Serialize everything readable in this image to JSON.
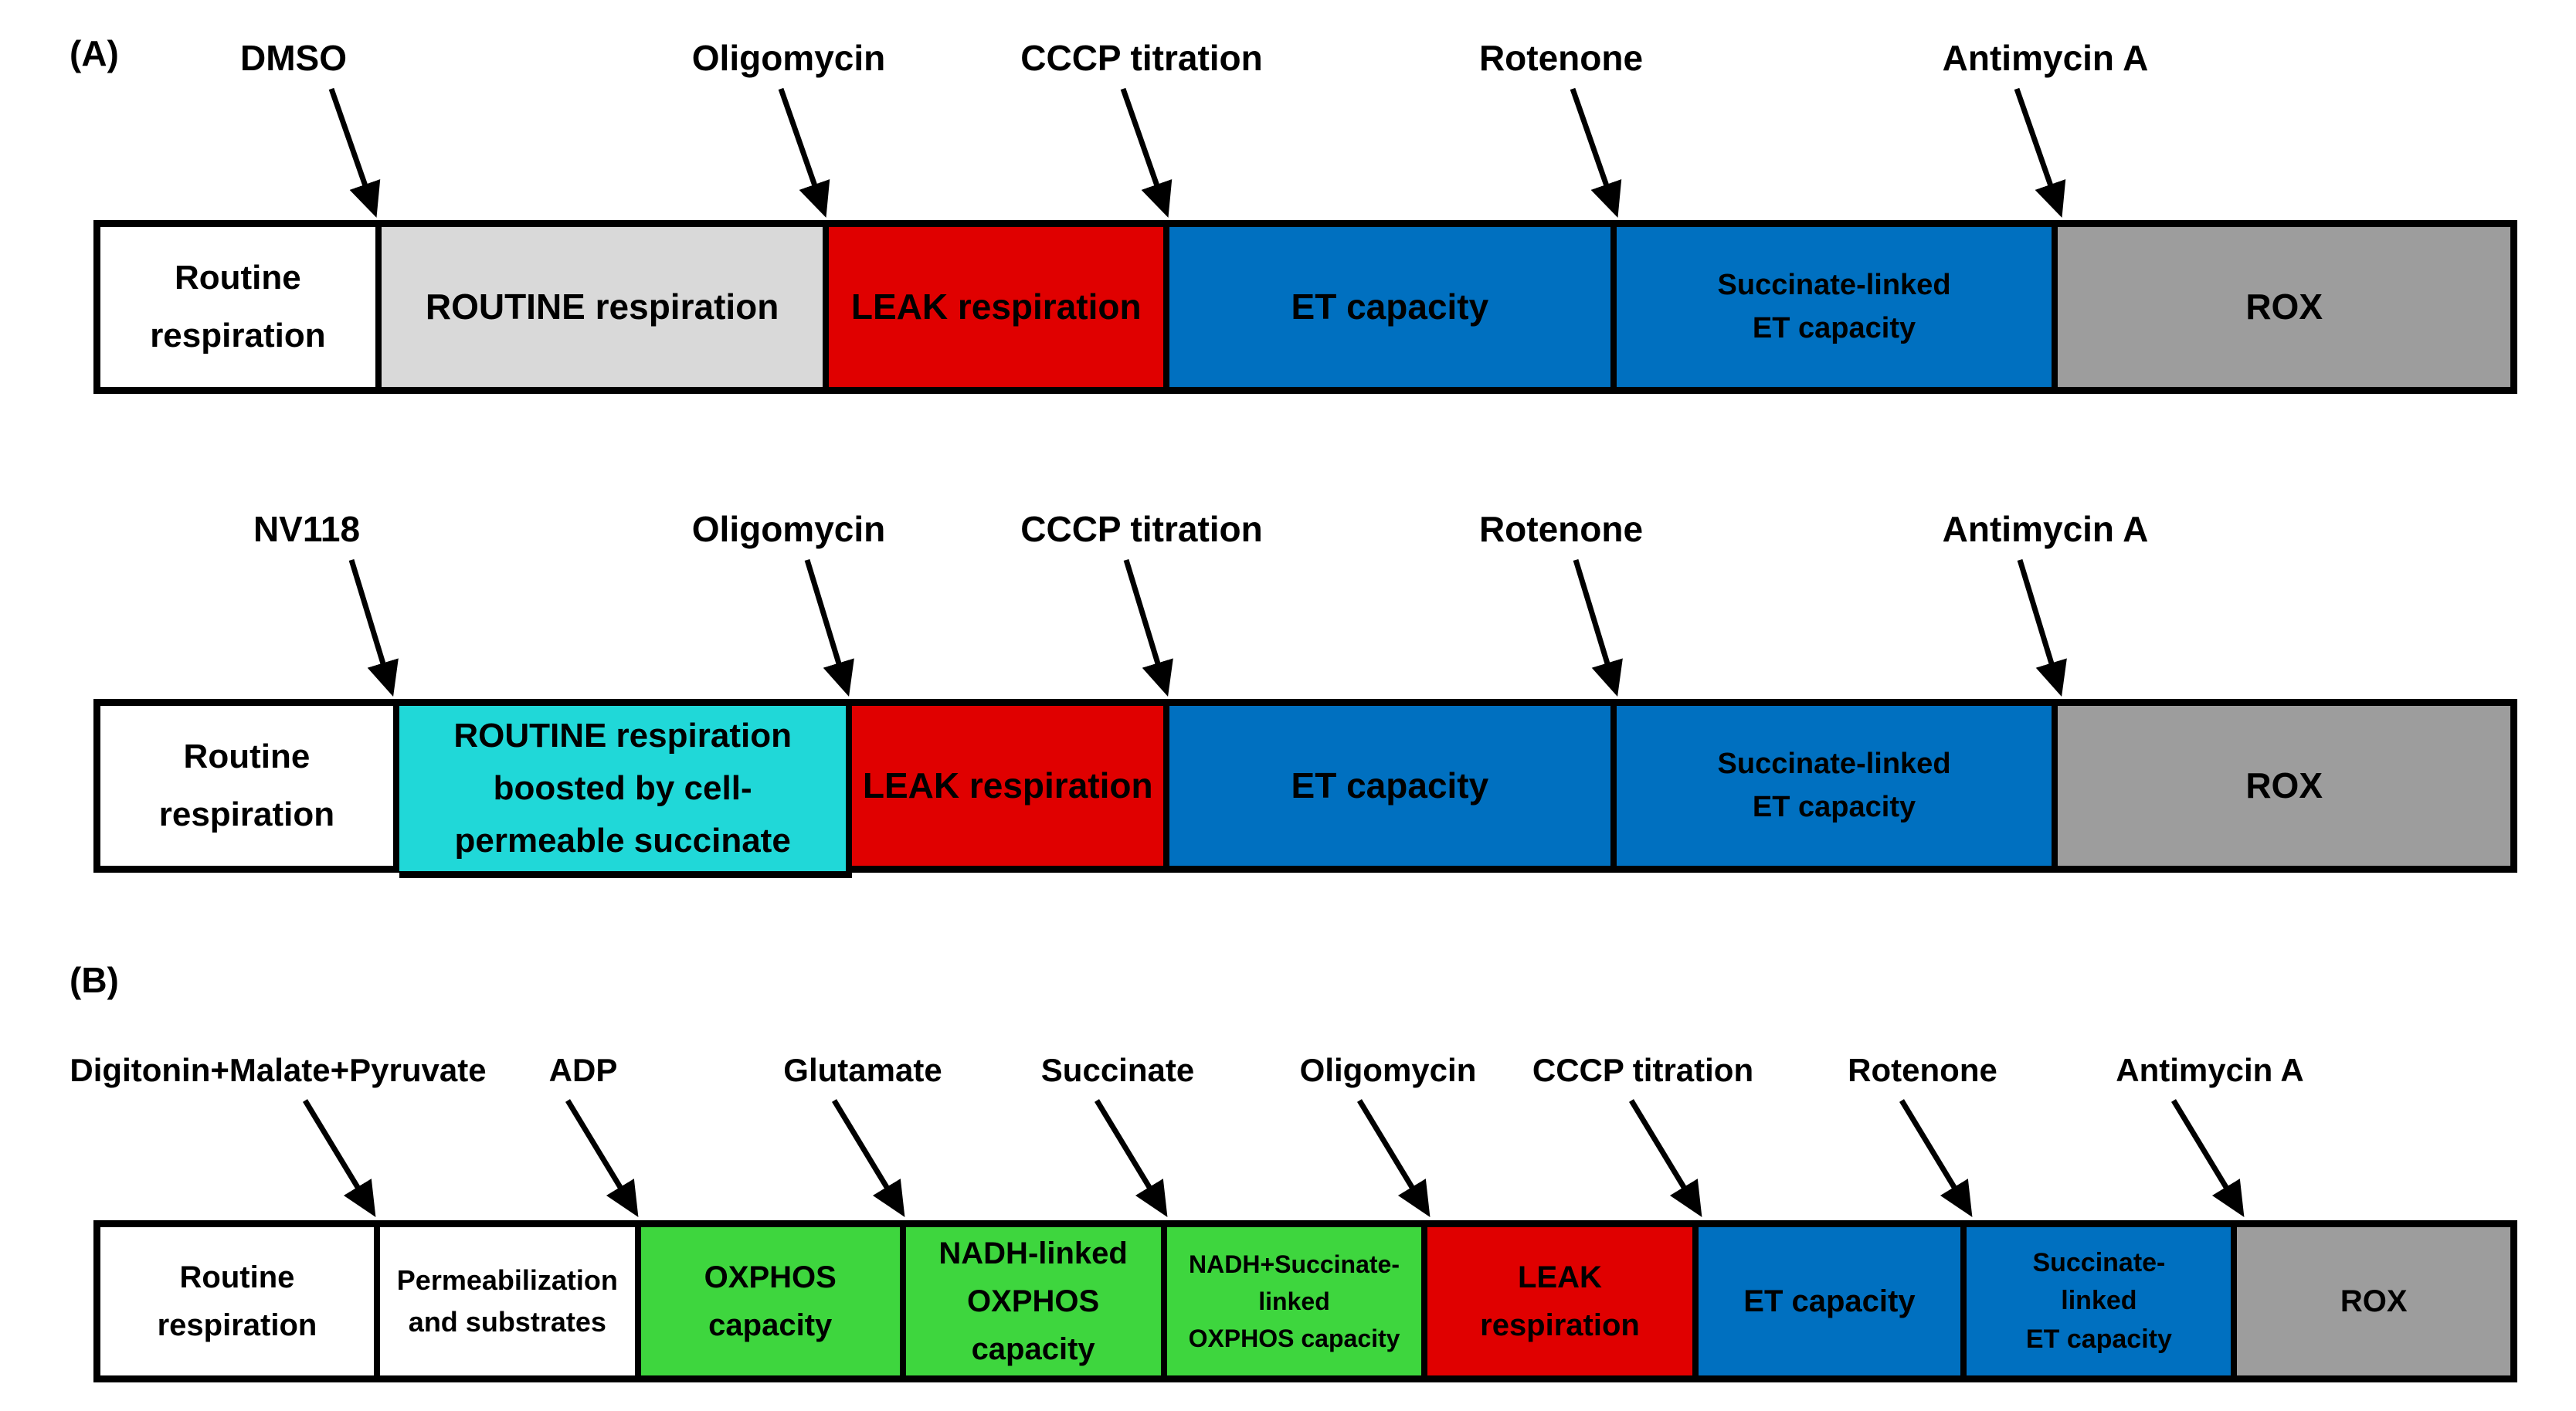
{
  "panels": {
    "a": {
      "label": "(A)"
    },
    "b": {
      "label": "(B)"
    }
  },
  "colors": {
    "white": "#ffffff",
    "light_gray": "#d9d9d9",
    "red": "#e00000",
    "blue": "#0070c0",
    "cyan": "#20d8d8",
    "green": "#3ed63e",
    "rox_gray": "#9d9d9d"
  },
  "bars": {
    "a1": {
      "injections": [
        "DMSO",
        "Oligomycin",
        "CCCP titration",
        "Rotenone",
        "Antimycin A"
      ],
      "segments": [
        {
          "label": "Routine\nrespiration",
          "color": "#ffffff"
        },
        {
          "label": "ROUTINE respiration",
          "color": "#d9d9d9"
        },
        {
          "label": "LEAK respiration",
          "color": "#e00000"
        },
        {
          "label": "ET capacity",
          "color": "#0070c0"
        },
        {
          "label": "Succinate-linked\nET capacity",
          "color": "#0070c0"
        },
        {
          "label": "ROX",
          "color": "#9d9d9d"
        }
      ]
    },
    "a2": {
      "injections": [
        "NV118",
        "Oligomycin",
        "CCCP titration",
        "Rotenone",
        "Antimycin A"
      ],
      "segments": [
        {
          "label": "Routine\nrespiration",
          "color": "#ffffff"
        },
        {
          "label": "ROUTINE respiration\nboosted by cell-\npermeable succinate",
          "color": "#20d8d8"
        },
        {
          "label": "LEAK respiration",
          "color": "#e00000"
        },
        {
          "label": "ET capacity",
          "color": "#0070c0"
        },
        {
          "label": "Succinate-linked\nET capacity",
          "color": "#0070c0"
        },
        {
          "label": "ROX",
          "color": "#9d9d9d"
        }
      ]
    },
    "b": {
      "injections": [
        "Digitonin+Malate+Pyruvate",
        "ADP",
        "Glutamate",
        "Succinate",
        "Oligomycin",
        "CCCP titration",
        "Rotenone",
        "Antimycin A"
      ],
      "segments": [
        {
          "label": "Routine\nrespiration",
          "color": "#ffffff"
        },
        {
          "label": "Permeabilization\nand substrates",
          "color": "#ffffff"
        },
        {
          "label": "OXPHOS\ncapacity",
          "color": "#3ed63e"
        },
        {
          "label": "NADH-linked\nOXPHOS\ncapacity",
          "color": "#3ed63e"
        },
        {
          "label": "NADH+Succinate-\nlinked\nOXPHOS capacity",
          "color": "#3ed63e"
        },
        {
          "label": "LEAK\nrespiration",
          "color": "#e00000"
        },
        {
          "label": "ET capacity",
          "color": "#0070c0"
        },
        {
          "label": "Succinate-\nlinked\nET capacity",
          "color": "#0070c0"
        },
        {
          "label": "ROX",
          "color": "#9d9d9d"
        }
      ]
    }
  }
}
